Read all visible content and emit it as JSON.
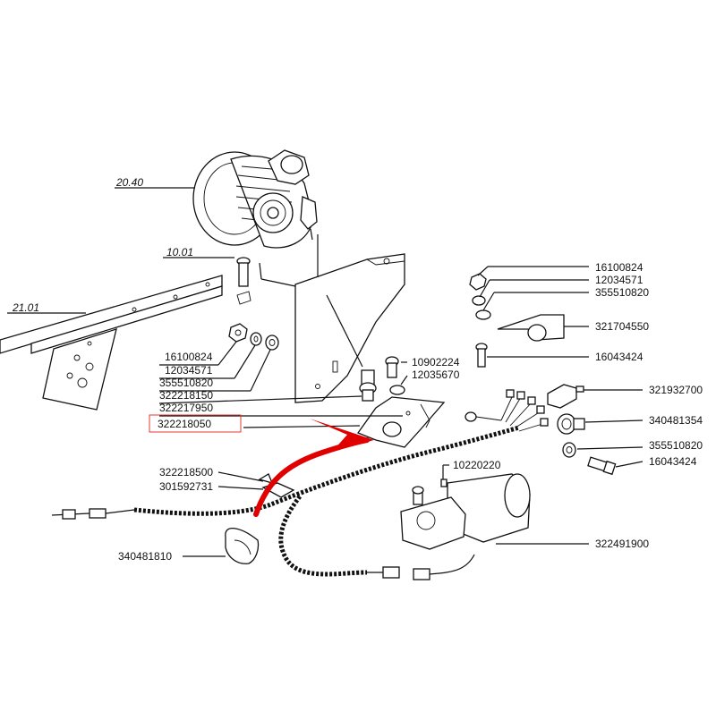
{
  "highlight": {
    "part_number": "322218050",
    "box_color": "#e53935",
    "arrow_color": "#e00000"
  },
  "callouts": [
    {
      "id": "c-20-40",
      "label": "20.40"
    },
    {
      "id": "c-10-01",
      "label": "10.01"
    },
    {
      "id": "c-21-01",
      "label": "21.01"
    },
    {
      "id": "c-16100824-a",
      "label": "16100824"
    },
    {
      "id": "c-12034571-a",
      "label": "12034571"
    },
    {
      "id": "c-355510820-a",
      "label": "355510820"
    },
    {
      "id": "c-321704550",
      "label": "321704550"
    },
    {
      "id": "c-16043424-a",
      "label": "16043424"
    },
    {
      "id": "c-16100824-b",
      "label": "16100824"
    },
    {
      "id": "c-12034571-b",
      "label": "12034571"
    },
    {
      "id": "c-355510820-b",
      "label": "355510820"
    },
    {
      "id": "c-322218150",
      "label": "322218150"
    },
    {
      "id": "c-322217950",
      "label": "322217950"
    },
    {
      "id": "c-322218050",
      "label": "322218050"
    },
    {
      "id": "c-10902224",
      "label": "10902224"
    },
    {
      "id": "c-12035670",
      "label": "12035670"
    },
    {
      "id": "c-321932700",
      "label": "321932700"
    },
    {
      "id": "c-340481354",
      "label": "340481354"
    },
    {
      "id": "c-355510820-c",
      "label": "355510820"
    },
    {
      "id": "c-16043424-b",
      "label": "16043424"
    },
    {
      "id": "c-322218500",
      "label": "322218500"
    },
    {
      "id": "c-301592731",
      "label": "301592731"
    },
    {
      "id": "c-10220220",
      "label": "10220220"
    },
    {
      "id": "c-340481810",
      "label": "340481810"
    },
    {
      "id": "c-322491900",
      "label": "322491900"
    }
  ]
}
